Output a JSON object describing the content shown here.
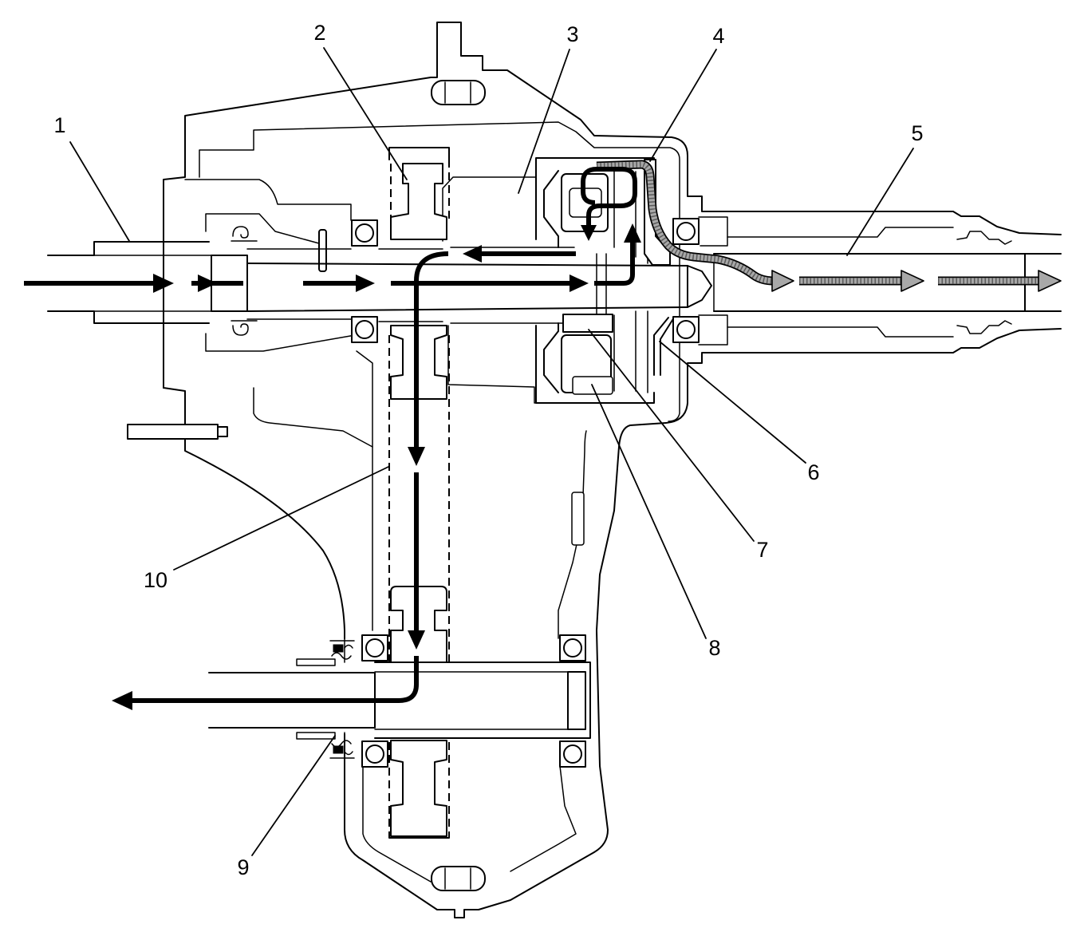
{
  "callouts": [
    {
      "label": "1"
    },
    {
      "label": "2"
    },
    {
      "label": "3"
    },
    {
      "label": "4"
    },
    {
      "label": "5"
    },
    {
      "label": "6"
    },
    {
      "label": "7"
    },
    {
      "label": "8"
    },
    {
      "label": "9"
    },
    {
      "label": "10"
    }
  ],
  "colors": {
    "line": "#000000",
    "primary_flow": "#000000",
    "secondary_flow": "#a8a8a8",
    "background": "#ffffff"
  }
}
